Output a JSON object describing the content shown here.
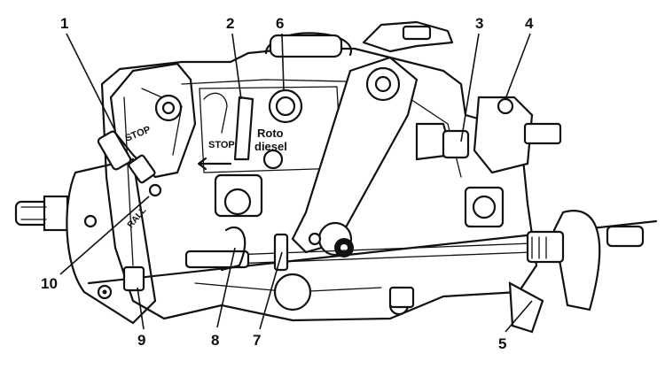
{
  "diagram": {
    "etched_text": {
      "stop_lever": "STOP",
      "stop_housing": "STOP",
      "brand_line1": "Roto",
      "brand_line2": "diesel",
      "idle_mark": "RALL"
    },
    "callouts": [
      {
        "id": "1",
        "label": "1"
      },
      {
        "id": "2",
        "label": "2"
      },
      {
        "id": "3",
        "label": "3"
      },
      {
        "id": "4",
        "label": "4"
      },
      {
        "id": "5",
        "label": "5"
      },
      {
        "id": "6",
        "label": "6"
      },
      {
        "id": "7",
        "label": "7"
      },
      {
        "id": "8",
        "label": "8"
      },
      {
        "id": "9",
        "label": "9"
      },
      {
        "id": "10",
        "label": "10"
      }
    ]
  }
}
